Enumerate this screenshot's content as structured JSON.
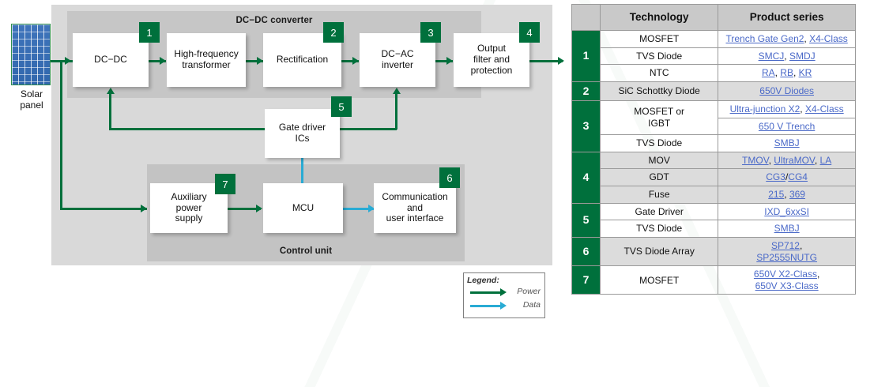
{
  "diagram": {
    "source": {
      "label": "Solar\npanel",
      "icon": "solar-panel-icon"
    },
    "bands": {
      "converter_title": "DC−DC converter",
      "control_title": "Control unit"
    },
    "blocks": [
      {
        "id": "dc-dc",
        "label": "DC−DC",
        "badge": "1"
      },
      {
        "id": "hf-transformer",
        "label": "High-frequency\ntransformer",
        "badge": ""
      },
      {
        "id": "rectification",
        "label": "Rectification",
        "badge": "2"
      },
      {
        "id": "dc-ac-inverter",
        "label": "DC−AC\ninverter",
        "badge": "3"
      },
      {
        "id": "output-filter",
        "label": "Output\nfilter and\nprotection",
        "badge": "4"
      },
      {
        "id": "gate-driver-ics",
        "label": "Gate driver\nICs",
        "badge": "5"
      },
      {
        "id": "aux-power-supply",
        "label": "Auxiliary\npower\nsupply",
        "badge": "7"
      },
      {
        "id": "mcu",
        "label": "MCU",
        "badge": ""
      },
      {
        "id": "communication",
        "label": "Communication\nand\nuser interface",
        "badge": "6"
      }
    ],
    "legend": {
      "title": "Legend:",
      "items": [
        {
          "label": "Power",
          "color": "#00703c"
        },
        {
          "label": "Data",
          "color": "#29abd4"
        }
      ]
    }
  },
  "table": {
    "headers": [
      "",
      "Technology",
      "Product series"
    ],
    "groups": [
      {
        "number": "1",
        "shaded": false,
        "rows": [
          {
            "technology": "MOSFET",
            "parts": [
              {
                "text": "Trench Gate Gen2",
                "link": true
              },
              {
                "text": ", ",
                "link": false
              },
              {
                "text": "X4-Class",
                "link": true
              }
            ]
          },
          {
            "technology": "TVS Diode",
            "parts": [
              {
                "text": "SMCJ",
                "link": true
              },
              {
                "text": ", ",
                "link": false
              },
              {
                "text": "SMDJ",
                "link": true
              }
            ]
          },
          {
            "technology": "NTC",
            "parts": [
              {
                "text": "RA",
                "link": true
              },
              {
                "text": ", ",
                "link": false
              },
              {
                "text": "RB",
                "link": true
              },
              {
                "text": ", ",
                "link": false
              },
              {
                "text": "KR",
                "link": true
              }
            ]
          }
        ]
      },
      {
        "number": "2",
        "shaded": true,
        "rows": [
          {
            "technology": "SiC Schottky Diode",
            "parts": [
              {
                "text": "650V Diodes",
                "link": true
              }
            ]
          }
        ]
      },
      {
        "number": "3",
        "shaded": false,
        "rows": [
          {
            "technology": "MOSFET or\nIGBT",
            "rowspan": 2,
            "parts": [
              {
                "text": "Ultra-junction X2",
                "link": true
              },
              {
                "text": ", ",
                "link": false
              },
              {
                "text": "X4-Class",
                "link": true
              }
            ]
          },
          {
            "technology": null,
            "parts": [
              {
                "text": "650 V Trench",
                "link": true
              }
            ]
          },
          {
            "technology": "TVS Diode",
            "parts": [
              {
                "text": "SMBJ",
                "link": true
              }
            ]
          }
        ]
      },
      {
        "number": "4",
        "shaded": true,
        "rows": [
          {
            "technology": "MOV",
            "parts": [
              {
                "text": "TMOV",
                "link": true
              },
              {
                "text": ", ",
                "link": false
              },
              {
                "text": "UltraMOV",
                "link": true
              },
              {
                "text": ", ",
                "link": false
              },
              {
                "text": "LA",
                "link": true
              }
            ]
          },
          {
            "technology": "GDT",
            "parts": [
              {
                "text": "CG3",
                "link": true
              },
              {
                "text": "/",
                "link": false
              },
              {
                "text": "CG4",
                "link": true
              }
            ]
          },
          {
            "technology": "Fuse",
            "parts": [
              {
                "text": "215",
                "link": true
              },
              {
                "text": ", ",
                "link": false
              },
              {
                "text": "369",
                "link": true
              }
            ]
          }
        ]
      },
      {
        "number": "5",
        "shaded": false,
        "rows": [
          {
            "technology": "Gate Driver",
            "parts": [
              {
                "text": "IXD_6xxSI",
                "link": true
              }
            ]
          },
          {
            "technology": "TVS Diode",
            "parts": [
              {
                "text": "SMBJ",
                "link": true
              }
            ]
          }
        ]
      },
      {
        "number": "6",
        "shaded": true,
        "rows": [
          {
            "technology": "TVS Diode Array",
            "parts": [
              {
                "text": "SP712",
                "link": true
              },
              {
                "text": ", ",
                "link": false
              },
              {
                "text": "\n",
                "link": false
              },
              {
                "text": "SP2555NUTG",
                "link": true
              }
            ]
          }
        ]
      },
      {
        "number": "7",
        "shaded": false,
        "rows": [
          {
            "technology": "MOSFET",
            "parts": [
              {
                "text": "650V X2-Class",
                "link": true
              },
              {
                "text": ", ",
                "link": false
              },
              {
                "text": "\n",
                "link": false
              },
              {
                "text": "650V X3-Class",
                "link": true
              }
            ]
          }
        ]
      }
    ]
  },
  "colors": {
    "accent_green": "#00703c",
    "data_blue": "#29abd4",
    "link_blue": "#4a69c8",
    "panel_gray": "#d9d9d9",
    "band_gray": "#c6c6c6",
    "header_gray": "#c9c9c9",
    "alt_row_gray": "#dcdcdc"
  }
}
